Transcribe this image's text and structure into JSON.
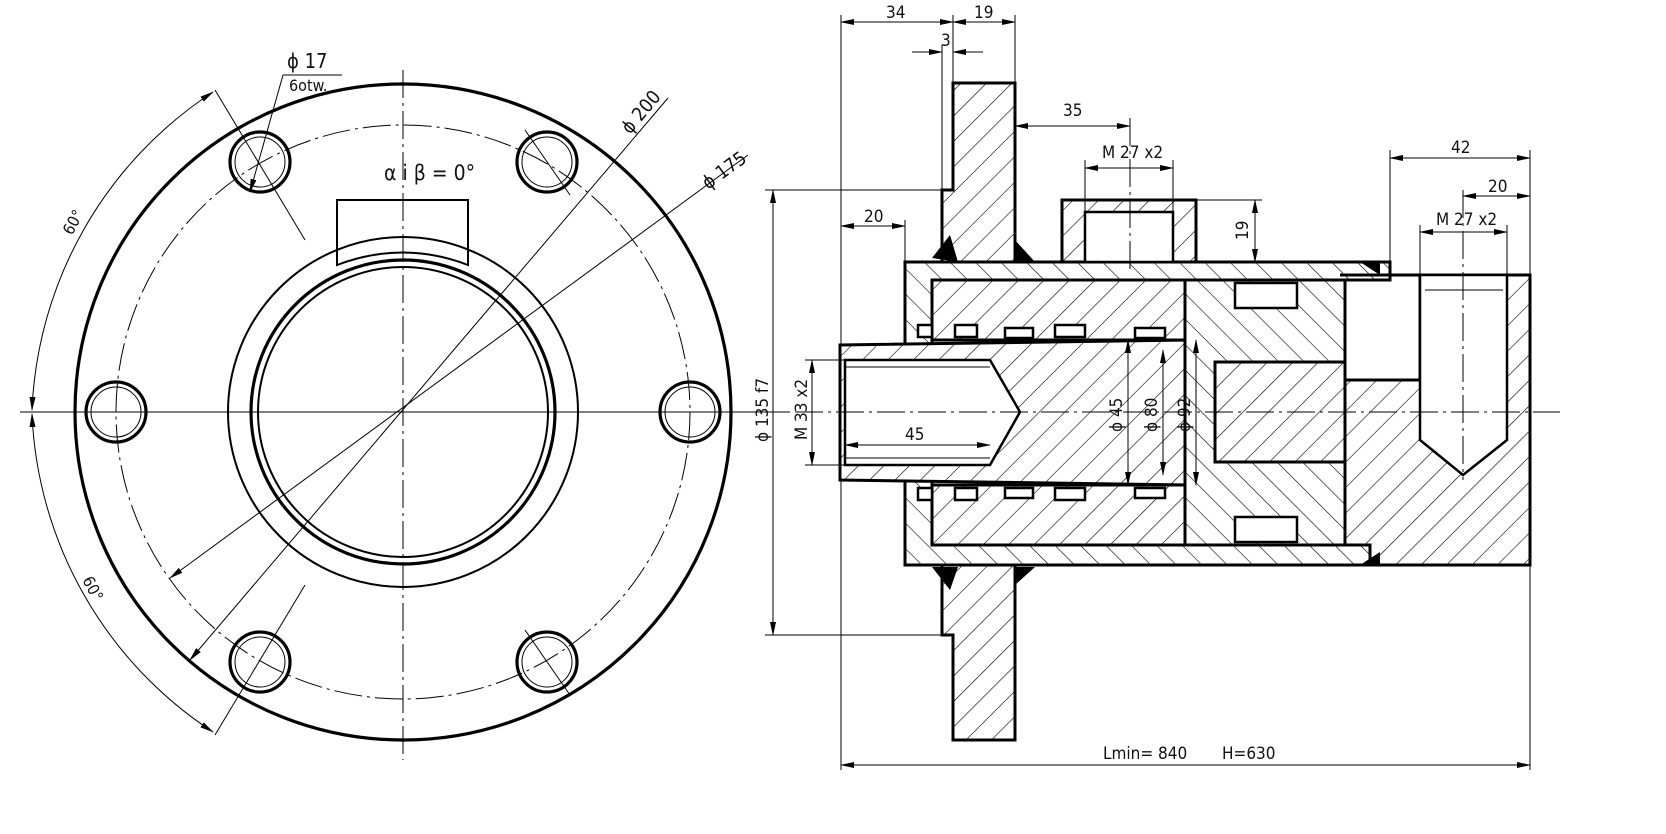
{
  "front_view": {
    "hole_diameter": "ϕ 17",
    "hole_count": "6otw.",
    "angle_note": "α i β = 0°",
    "outer_diameter": "ϕ 200",
    "bolt_circle_diameter": "ϕ 175",
    "angle_top": "60°",
    "angle_bottom": "60°"
  },
  "section_view": {
    "dim_34": "34",
    "dim_19_top": "19",
    "dim_3": "3",
    "dim_35": "35",
    "port_thread_left": "M 27 x2",
    "dim_19_port": "19",
    "dim_20_left": "20",
    "flange_fit": "ϕ 135 f7",
    "rod_thread": "M 33 x2",
    "thread_depth": "45",
    "rod_diameter": "ϕ 45",
    "piston_diameter": "ϕ 80",
    "bore_diameter": "ϕ 92",
    "dim_42": "42",
    "dim_20_right": "20",
    "port_thread_right": "M 27 x2",
    "length_min": "Lmin= 840",
    "stroke": "H=630"
  }
}
